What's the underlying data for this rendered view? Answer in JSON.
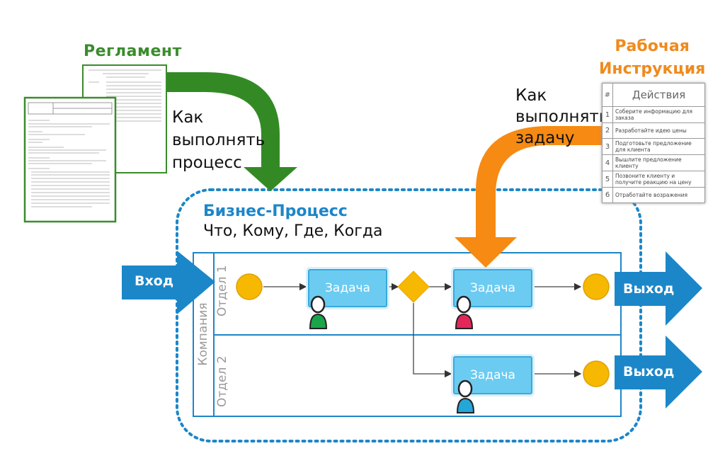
{
  "reglament": {
    "title": "Регламент",
    "how": [
      "Как",
      "выполнять",
      "процесс"
    ]
  },
  "instruction": {
    "title": [
      "Рабочая",
      "Инструкция"
    ],
    "how": [
      "Как",
      "выполнять",
      "задачу"
    ],
    "table": {
      "num_header": "#",
      "header": "Действия",
      "rows": [
        {
          "n": "1",
          "text": "Соберите информацию для заказа"
        },
        {
          "n": "2",
          "text": "Разработайте идею цены"
        },
        {
          "n": "3",
          "text": "Подготовьте предложение для клиента"
        },
        {
          "n": "4",
          "text": "Вышлите предложение клиенту"
        },
        {
          "n": "5",
          "text": "Позвоните клиенту и получите реакцию на цену"
        },
        {
          "n": "6",
          "text": "Отработайте возражения"
        }
      ]
    }
  },
  "process": {
    "title": "Бизнес-Процесс",
    "subtitle": "Что, Кому, Где, Когда"
  },
  "pool": {
    "label": "Компания",
    "lanes": [
      "Отдел 1",
      "Отдел 2"
    ]
  },
  "flow": {
    "input": "Вход",
    "output": "Выход",
    "tasks": [
      "Задача",
      "Задача",
      "Задача"
    ]
  },
  "colors": {
    "green": "#3a8c2c",
    "orange": "#f08a1c",
    "blue": "#1d86c8",
    "task": "#6ccbf1",
    "event": "#f6b800"
  }
}
